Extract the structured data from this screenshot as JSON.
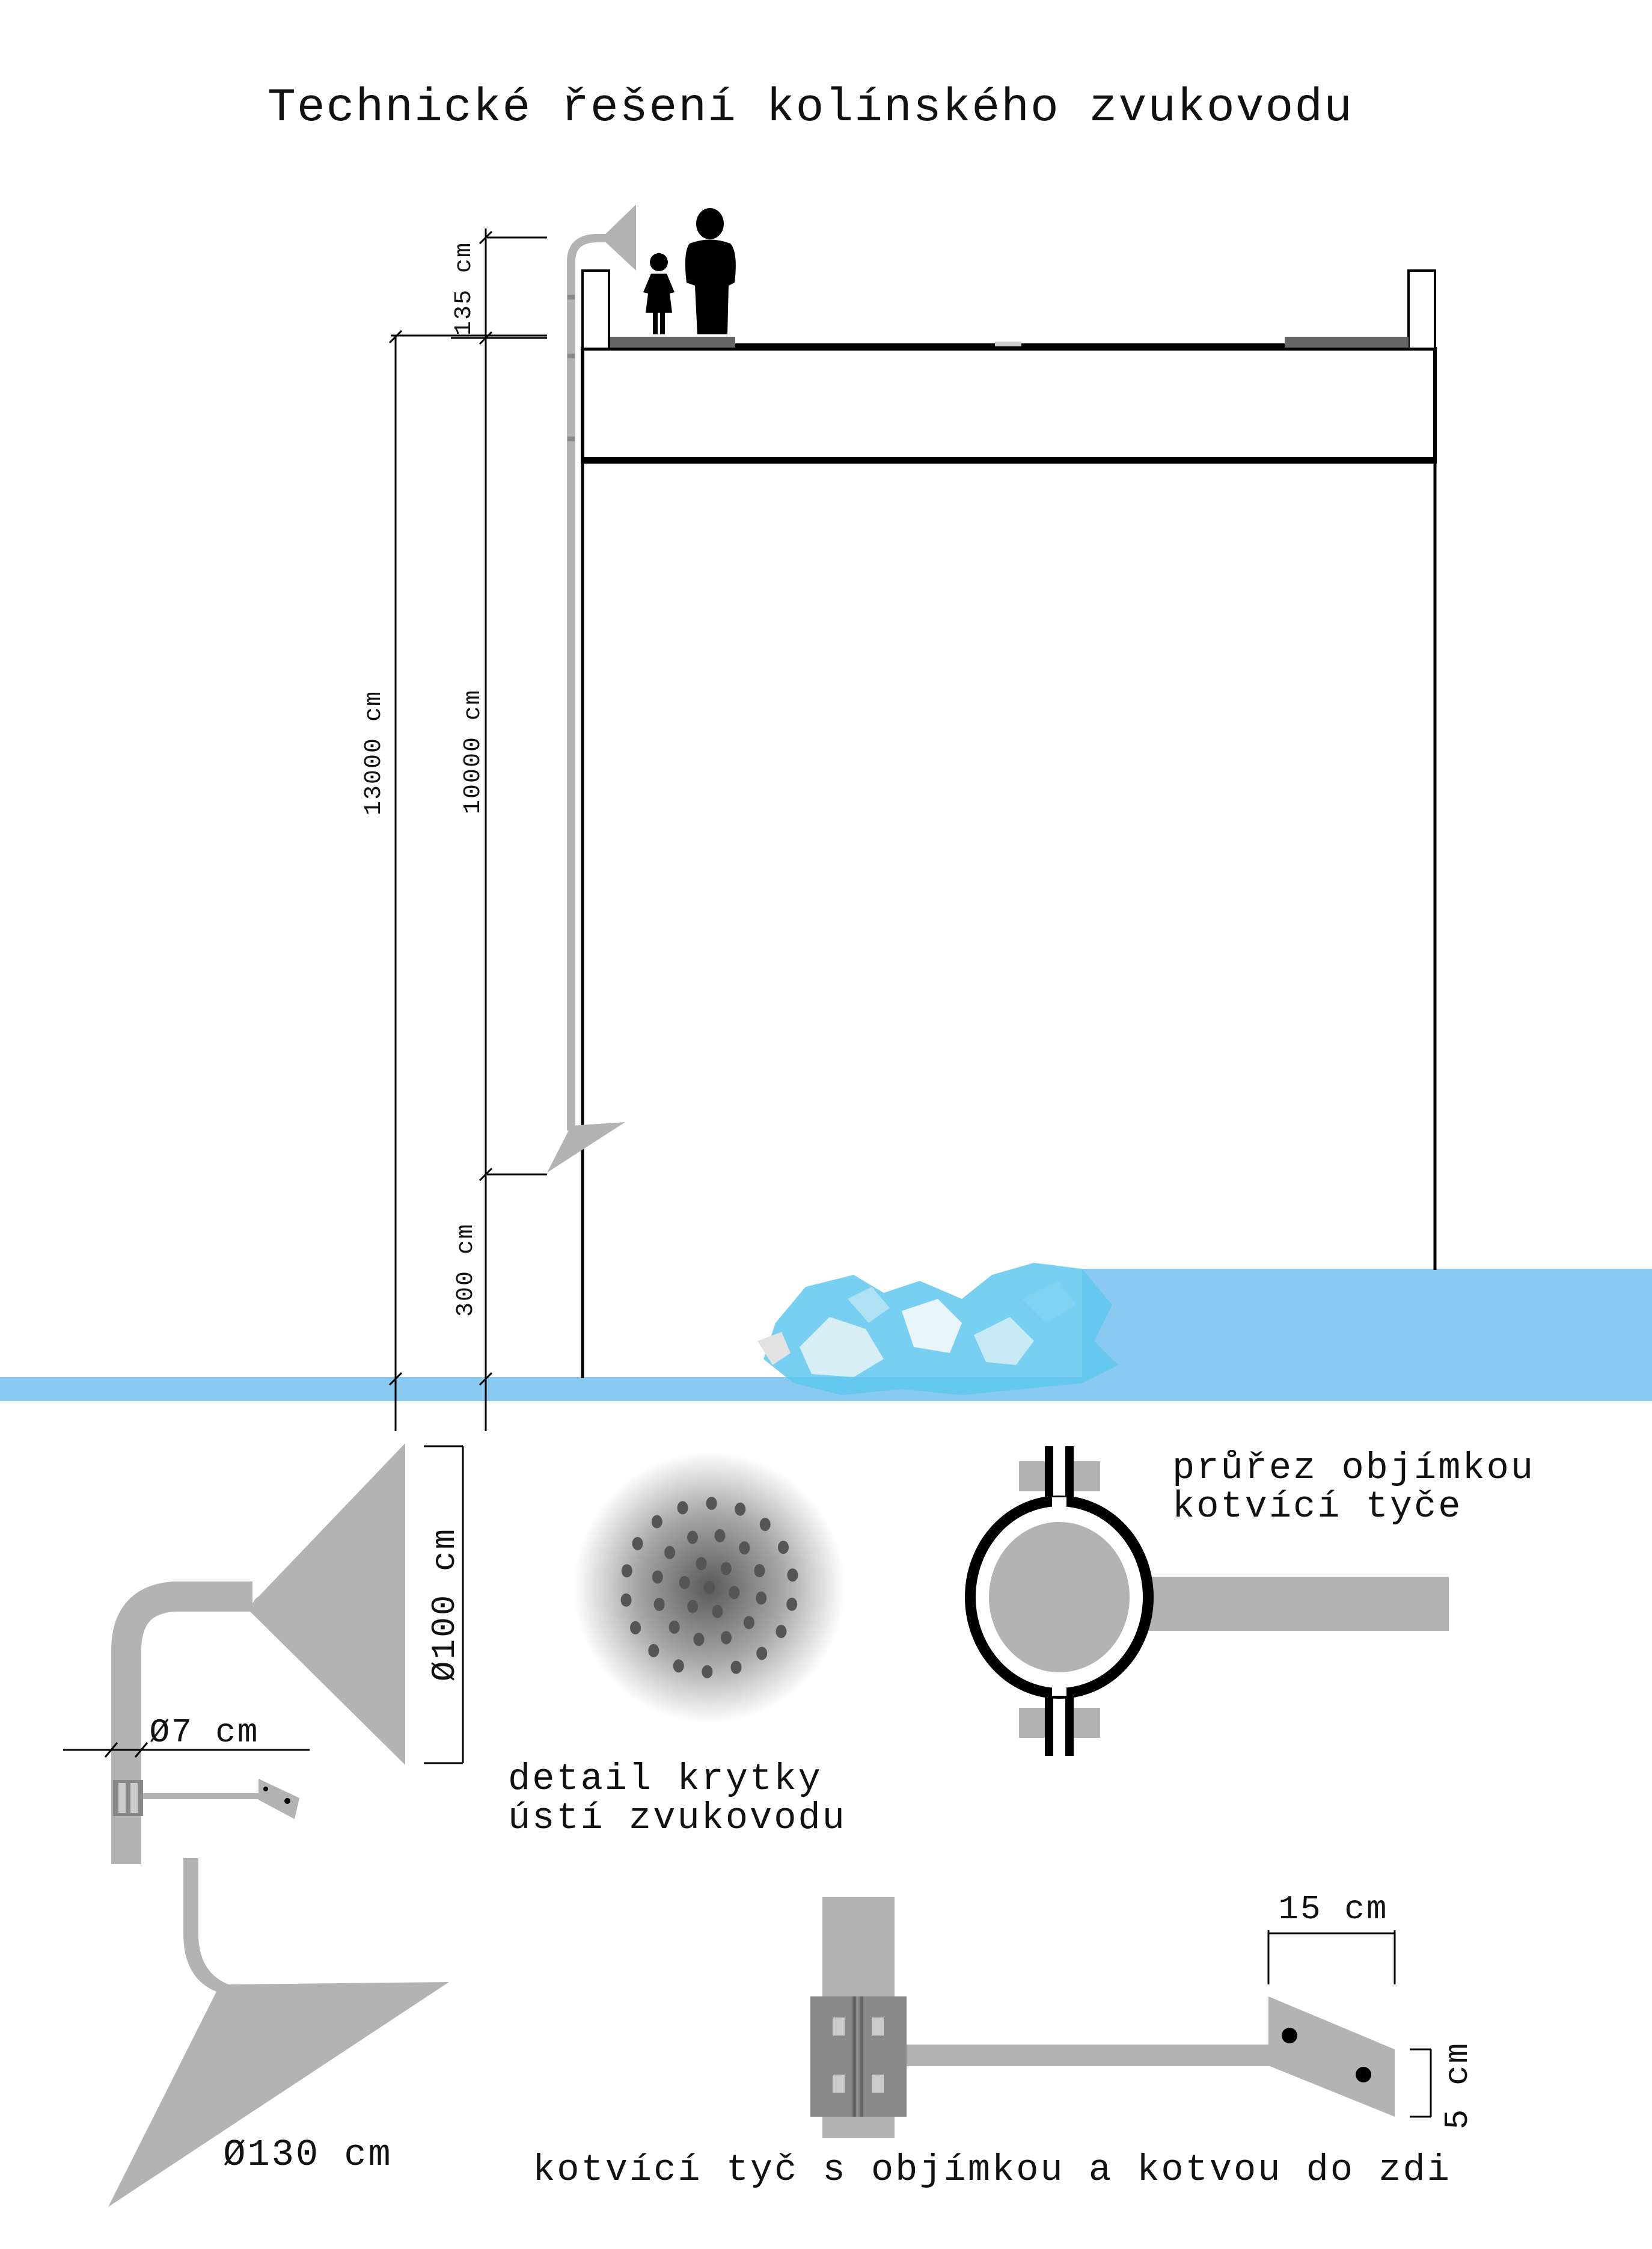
{
  "title": "Technické řešení kolínského zvukovodu",
  "dimensions": {
    "top_height": "135 cm",
    "total_height": "13000 cm",
    "wall_height": "10000 cm",
    "bottom_clearance": "300 cm",
    "funnel_upper_diameter": "Ø100 cm",
    "pipe_diameter": "Ø7 cm",
    "funnel_lower_diameter": "Ø130 cm",
    "anchor_width": "15 cm",
    "anchor_height": "5 cm"
  },
  "captions": {
    "cover_detail_line1": "detail krytky",
    "cover_detail_line2": "ústí zvukovodu",
    "clamp_section_line1": "průřez objímkou",
    "clamp_section_line2": "kotvící tyče",
    "anchor_rod": "kotvící tyč s objímkou a kotvou do zdi"
  },
  "colors": {
    "water": "#89c9f2",
    "metal_gray": "#b3b3b3",
    "dark_gray": "#666666",
    "line_black": "#000000"
  }
}
